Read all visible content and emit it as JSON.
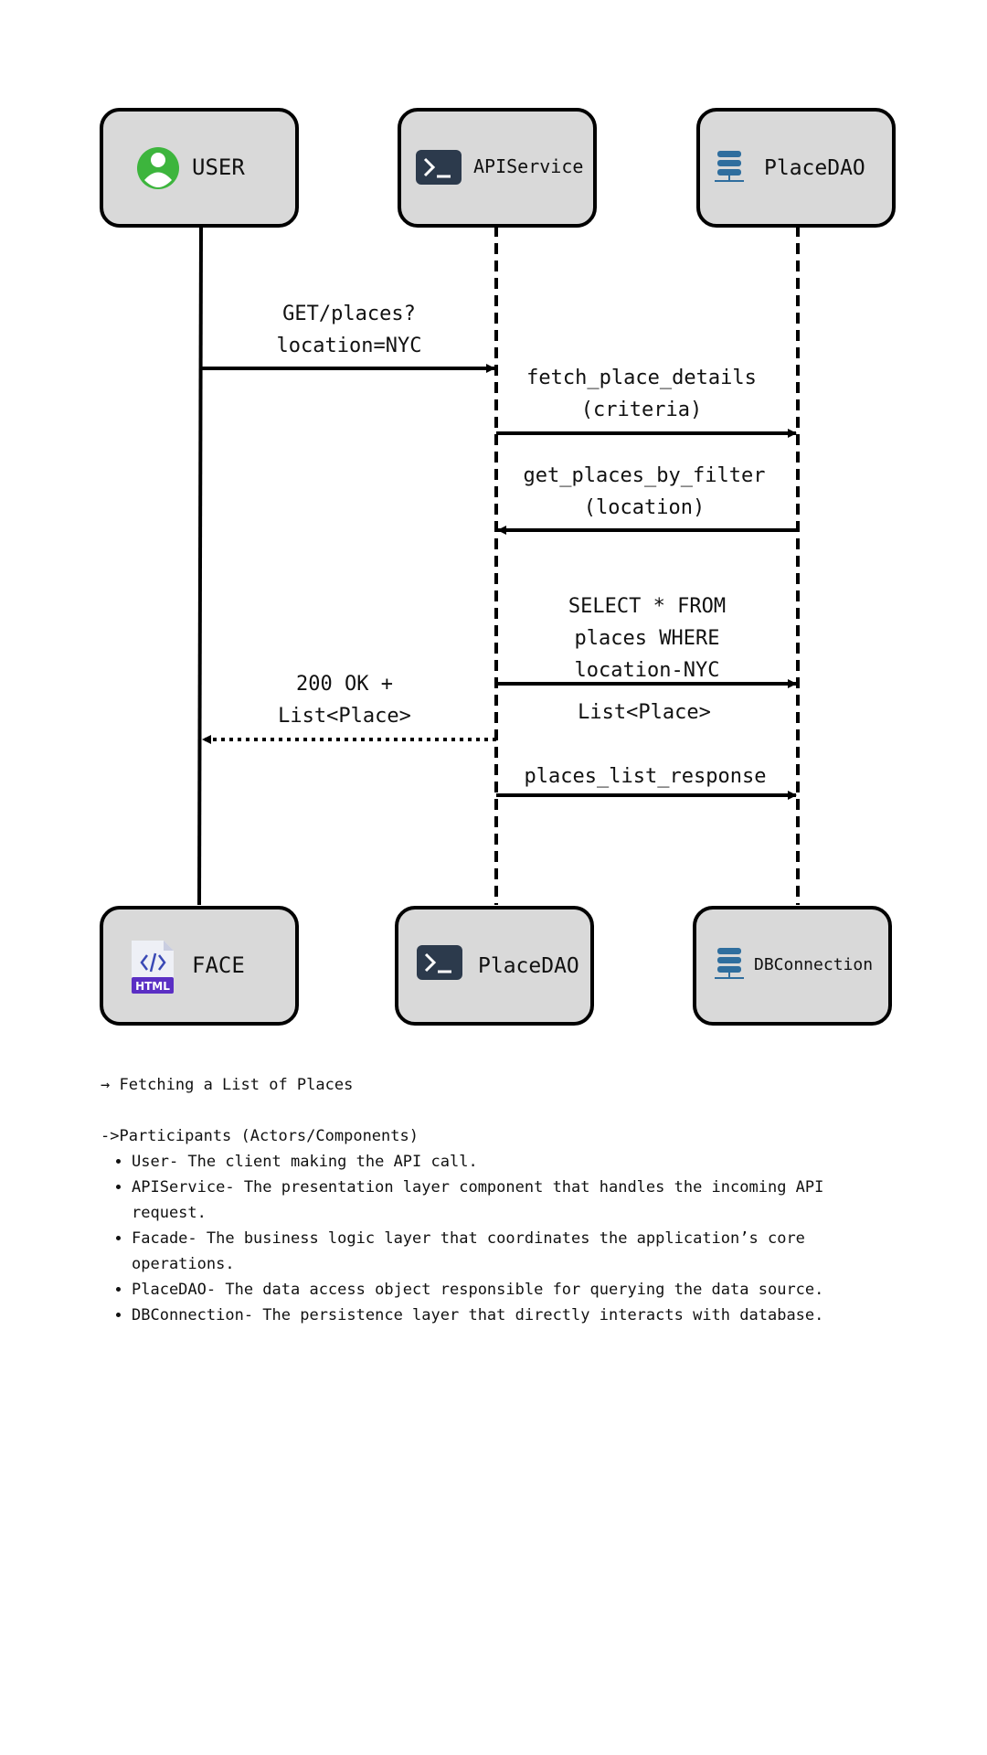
{
  "actors_top": [
    {
      "label": "USER",
      "icon": "user-icon"
    },
    {
      "label": "APIService",
      "icon": "terminal-icon"
    },
    {
      "label": "PlaceDAO",
      "icon": "database-server-icon"
    }
  ],
  "actors_bottom": [
    {
      "label": "FACE",
      "icon": "html-file-icon"
    },
    {
      "label": "PlaceDAO",
      "icon": "terminal-icon"
    },
    {
      "label": "DBConnection",
      "icon": "database-server-icon"
    }
  ],
  "messages": [
    {
      "lines": [
        "GET/places?",
        "location=NYC"
      ],
      "from": "USER",
      "to": "APIService",
      "style": "solid"
    },
    {
      "lines": [
        "fetch_place_details",
        "(criteria)"
      ],
      "from": "APIService",
      "to": "PlaceDAO",
      "style": "solid"
    },
    {
      "lines": [
        "get_places_by_filter",
        "(location)"
      ],
      "from": "PlaceDAO",
      "to": "APIService",
      "style": "solid"
    },
    {
      "lines": [
        "SELECT * FROM",
        "places WHERE",
        "location-NYC"
      ],
      "from": "APIService",
      "to": "PlaceDAO",
      "style": "solid"
    },
    {
      "lines": [
        "List<Place>"
      ],
      "from": "",
      "to": "",
      "style": "label"
    },
    {
      "lines": [
        "200 OK +",
        "List<Place>"
      ],
      "from": "APIService",
      "to": "USER",
      "style": "dotted"
    },
    {
      "lines": [
        "places_list_response"
      ],
      "from": "APIService",
      "to": "PlaceDAO",
      "style": "solid"
    }
  ],
  "colors": {
    "box_fill": "#d9d9d9",
    "stroke": "#000000",
    "user_icon": "#3db53d",
    "terminal_icon": "#2c3a4c",
    "db_icon": "#2f6e9e",
    "html_icon": "#5b2fc4"
  },
  "notes": {
    "title": "→ Fetching a List of Places",
    "heading": "->Participants (Actors/Components)",
    "items": [
      "User- The client making the API call.",
      "APIService- The presentation layer component that handles the incoming API request.",
      "Facade- The business logic layer that coordinates the application’s core operations.",
      "PlaceDAO- The data access object responsible for querying the data source.",
      "DBConnection- The persistence layer that directly interacts with database."
    ]
  }
}
